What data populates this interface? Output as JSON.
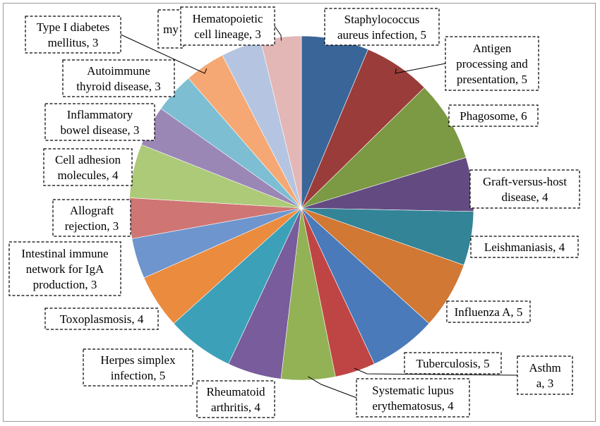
{
  "chart_data": {
    "type": "pie",
    "slices": [
      {
        "name": "Staphylococcus aureus infection",
        "value": 5,
        "color": "#3A6598",
        "label": [
          "Staphylococcus",
          "aureus infection, 5"
        ]
      },
      {
        "name": "Antigen processing and presentation",
        "value": 5,
        "color": "#9A3D3A",
        "label": [
          "Antigen",
          "processing and",
          "presentation, 5"
        ]
      },
      {
        "name": "Phagosome",
        "value": 6,
        "color": "#7B9A43",
        "label": [
          "Phagosome, 6"
        ]
      },
      {
        "name": "Graft-versus-host disease",
        "value": 4,
        "color": "#634B82",
        "label": [
          "Graft-versus-host",
          "disease, 4"
        ]
      },
      {
        "name": "Leishmaniasis",
        "value": 4,
        "color": "#338497",
        "label": [
          "Leishmaniasis, 4"
        ]
      },
      {
        "name": "Influenza A",
        "value": 5,
        "color": "#D07834",
        "label": [
          "Influenza A, 5"
        ]
      },
      {
        "name": "Tuberculosis",
        "value": 5,
        "color": "#4A7ABA",
        "label": [
          "Tuberculosis, 5"
        ]
      },
      {
        "name": "Asthma",
        "value": 3,
        "color": "#BF4544",
        "label": [
          "Asthm",
          "a, 3"
        ]
      },
      {
        "name": "Systematic lupus erythematosus",
        "value": 4,
        "color": "#93B155",
        "label": [
          "Systematic lupus",
          "erythematosus, 4"
        ]
      },
      {
        "name": "Rheumatoid arthritis",
        "value": 4,
        "color": "#785C9B",
        "label": [
          "Rheumatoid",
          "arthritis, 4"
        ]
      },
      {
        "name": "Herpes simplex infection",
        "value": 5,
        "color": "#3CA0B8",
        "label": [
          "Herpes simplex",
          "infection, 5"
        ]
      },
      {
        "name": "Toxoplasmosis",
        "value": 4,
        "color": "#EB8B3E",
        "label": [
          "Toxoplasmosis, 4"
        ]
      },
      {
        "name": "Intestinal immune network for IgA production",
        "value": 3,
        "color": "#6E95CD",
        "label": [
          "Intestinal immune",
          "network for IgA",
          "production, 3"
        ]
      },
      {
        "name": "Allograft rejection",
        "value": 3,
        "color": "#CF7574",
        "label": [
          "Allograft",
          "rejection, 3"
        ]
      },
      {
        "name": "Cell adhesion molecules",
        "value": 4,
        "color": "#ADCA78",
        "label": [
          "Cell adhesion",
          "molecules, 4"
        ]
      },
      {
        "name": "Inflammatory bowel disease",
        "value": 3,
        "color": "#9B87B6",
        "label": [
          "Inflammatory",
          "bowel disease, 3"
        ]
      },
      {
        "name": "Autoimmune thyroid disease",
        "value": 3,
        "color": "#7DBED3",
        "label": [
          "Autoimmune",
          "thyroid disease, 3"
        ]
      },
      {
        "name": "Type I diabetes mellitus",
        "value": 3,
        "color": "#F5A873",
        "label": [
          "Type I diabetes",
          "mellitus, 3"
        ]
      },
      {
        "name": "my",
        "value": 3,
        "color": "#B5C5E1",
        "label": [
          "my"
        ]
      },
      {
        "name": "Hematopoietic cell lineage",
        "value": 3,
        "color": "#E3B7B6",
        "label": [
          "Hematopoietic",
          "cell lineage, 3"
        ]
      }
    ]
  }
}
